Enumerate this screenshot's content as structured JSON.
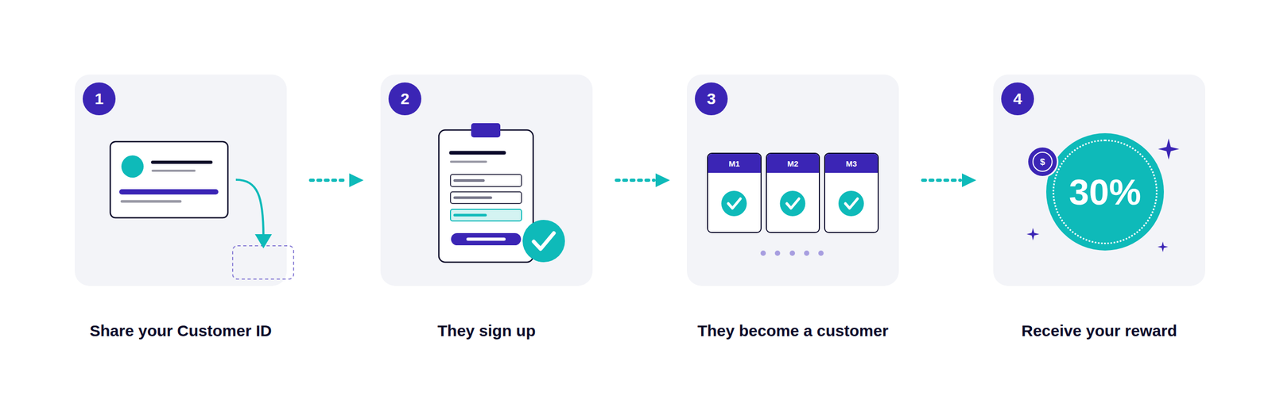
{
  "diagram": {
    "nodes": [
      {
        "text": [
          "Share your Customer ID"
        ]
      },
      {
        "text": [
          "1"
        ],
        "in": 0
      },
      {
        "text": [
          "They sign up"
        ]
      },
      {
        "text": [
          "2"
        ],
        "in": 2
      },
      {
        "text": [
          "They become a customer"
        ]
      },
      {
        "text": [
          "3"
        ],
        "in": 4
      },
      {
        "text": [
          "M1"
        ],
        "in": 4
      },
      {
        "text": [
          "M2"
        ],
        "in": 4
      },
      {
        "text": [
          "M3"
        ],
        "in": 4
      },
      {
        "text": [
          "Receive your reward"
        ]
      },
      {
        "text": [
          "4"
        ],
        "in": 9
      },
      {
        "text": [
          "$"
        ],
        "in": 9
      },
      {
        "text": [
          "30%"
        ],
        "in": 9
      }
    ],
    "edges": [
      {
        "from": 0,
        "to": 2,
        "arrow": "to"
      },
      {
        "from": 2,
        "to": 4,
        "arrow": "to"
      },
      {
        "from": 4,
        "to": 9,
        "arrow": "to"
      }
    ]
  }
}
